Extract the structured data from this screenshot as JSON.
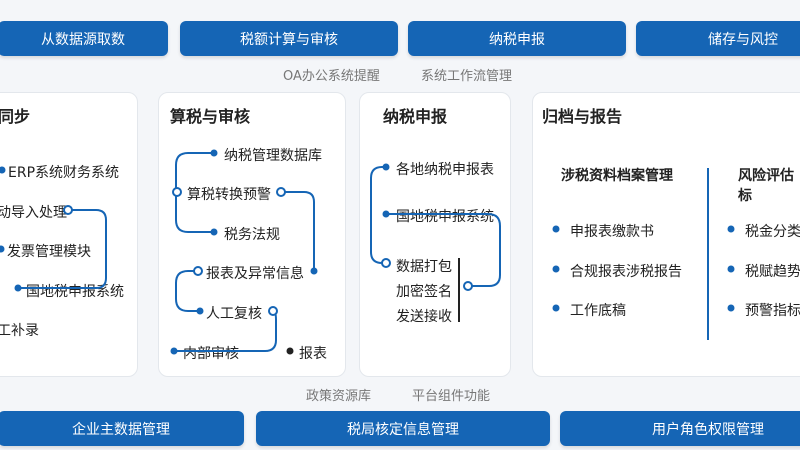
{
  "top_bar": {
    "items": [
      "从数据源取数",
      "税额计算与审核",
      "纳税申报",
      "储存与风控"
    ]
  },
  "top_labels": [
    "OA办公系统提醒",
    "系统工作流管理"
  ],
  "bottom_labels": [
    "政策资源库",
    "平台组件功能"
  ],
  "bottom_bar": {
    "items": [
      "企业主数据管理",
      "税局核定信息管理",
      "用户角色权限管理"
    ]
  },
  "cards": {
    "sync": {
      "title": "同步",
      "items": [
        "ERP系统财务系统",
        "动导入处理",
        "发票管理模块",
        "国地税申报系统",
        "工补录"
      ]
    },
    "calc": {
      "title": "算税与审核",
      "items": [
        "纳税管理数据库",
        "算税转换预警",
        "税务法规",
        "报表及异常信息",
        "人工复核",
        "内部审核",
        "报表"
      ]
    },
    "filing": {
      "title": "纳税申报",
      "items": [
        "各地纳税申报表",
        "国地税申报系统",
        "数据打包",
        "加密签名",
        "发送接收"
      ]
    },
    "archive": {
      "title": "归档与报告",
      "col1": {
        "title": "涉税资料档案管理",
        "items": [
          "申报表缴款书",
          "合规报表涉税报告",
          "工作底稿"
        ]
      },
      "col2": {
        "title": "风险评估标",
        "items": [
          "税金分类",
          "税赋趋势",
          "预警指标"
        ]
      }
    }
  },
  "colors": {
    "primary": "#1565b5",
    "text": "#222222",
    "muted": "#777777",
    "card_bg": "#ffffff",
    "page_bg": "#f4f6f9"
  }
}
